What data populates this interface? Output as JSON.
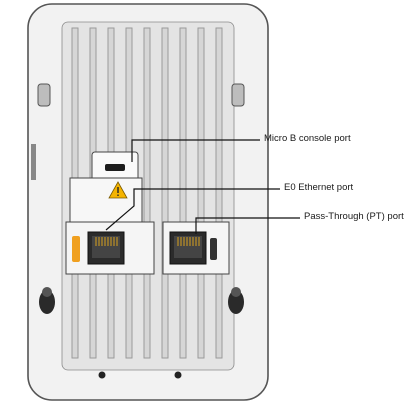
{
  "callouts": {
    "console": "Micro B console port",
    "e0": "E0 Ethernet port",
    "pt": "Pass-Through (PT) port"
  },
  "colors": {
    "line": "#111111",
    "housing_fill": "#f2f2f2",
    "housing_stroke": "#555555",
    "panel_fill": "#e3e3e3",
    "warning_yellow": "#f5b400",
    "port_led_orange": "#f0a020"
  },
  "icons": [
    "warning-icon",
    "screw-hole-icon",
    "mount-tab-icon"
  ]
}
